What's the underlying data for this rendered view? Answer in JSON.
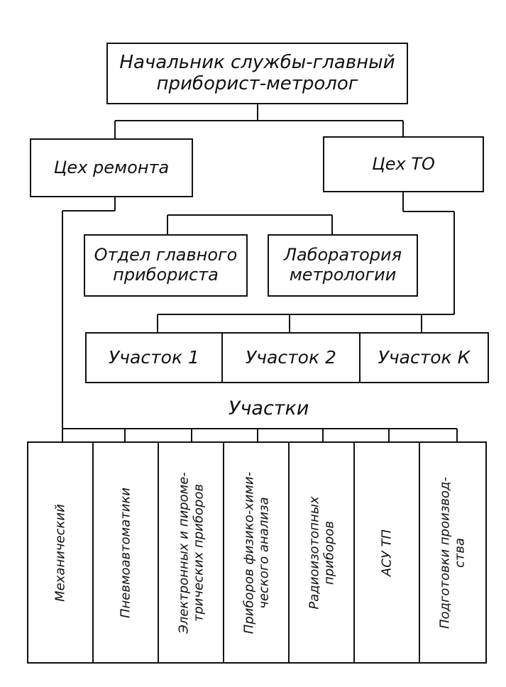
{
  "head": "Начальник службы-главный\nприборист-метролог",
  "repair_shop": "Цех ремонта",
  "maintenance_shop": "Цех ТО",
  "chief_instrument_dept": "Отдел главного\nприбориста",
  "metrology_lab": "Лаборатория\nметрологии",
  "areas": [
    "Участок 1",
    "Участок 2",
    "Участок К"
  ],
  "sections_label": "Участки",
  "sections": [
    "Механический",
    "Пневмоавтоматики",
    "Электронных и пироме-\nтрических приборов",
    "Приборов физико-хими-\nческого анализа",
    "Радиоизотопных\nприборов",
    "АСУ ТП",
    "Подготовки производ-\nства"
  ]
}
